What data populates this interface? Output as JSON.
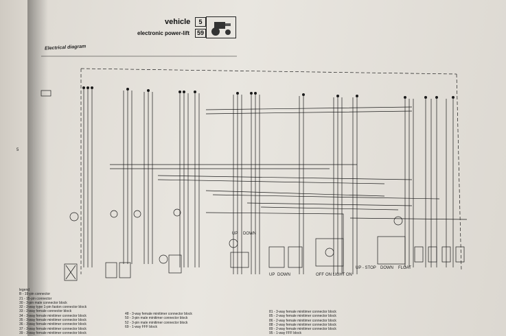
{
  "header": {
    "section": "vehicle",
    "section_num": "5",
    "subsection": "electronic power-lift",
    "subsection_num": "59"
  },
  "diagram": {
    "title": "Electrical diagram",
    "labels": [
      "UP",
      "DOWN",
      "UP",
      "DOWN",
      "OFF",
      "ON LIGHT ON",
      "UP - STOP",
      "DOWN",
      "FLOAT"
    ],
    "margin_num": "5"
  },
  "legend": {
    "title": "legend",
    "col1": [
      "B - 19-pin connector",
      "21 - 15-pin connector",
      "30 - 3-pin male connector block",
      "32 - 2-way type 1-pin faston connector block",
      "33 - 2-way female connector block",
      "34 - 3-way female minitimer connector block",
      "35 - 3-way female minitimer connector block",
      "36 - 3-way female minitimer connector block",
      "37 - 3-way female minitimer connector block",
      "39 - 3-way female minitimer connector block"
    ],
    "col2": [
      "48 - 3-way female minitimer connector block",
      "50 - 3-pin male minitimer connector block",
      "52 - 3-pin male minitimer connector block",
      "69 - 1-way FFF block"
    ],
    "col3": [
      "81 - 3-way female minitimer connector block",
      "85 - 2-way female minitimer connector block",
      "86 - 2-way female minitimer connector block",
      "88 - 2-way female minitimer connector block",
      "89 - 2-way female minitimer connector block",
      "95 - 1-way FFF block"
    ]
  },
  "colors": {
    "ink": "#1a1a1a",
    "paper": "#e6e2dc"
  }
}
